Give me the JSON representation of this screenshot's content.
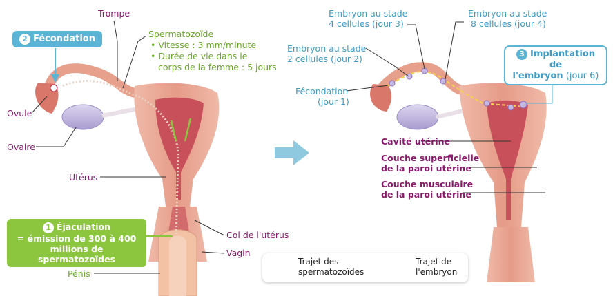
{
  "left": {
    "trompe": "Trompe",
    "fecondation": {
      "num": "2",
      "label": "Fécondation"
    },
    "spermatozoide": {
      "title": "Spermatozoïde",
      "bullet1": "• Vitesse : 3 mm/minute",
      "bullet2a": "• Durée de vie dans le",
      "bullet2b": "corps de la femme : 5 jours"
    },
    "ovule": "Ovule",
    "ovaire": "Ovaire",
    "uterus": "Utérus",
    "ejaculation": {
      "num": "1",
      "title": "Éjaculation",
      "line1": "= émission de 300 à 400",
      "line2": "millions de spermatozoïdes"
    },
    "col": "Col de l'utérus",
    "vagin": "Vagin",
    "penis": "Pénis"
  },
  "right": {
    "stade4a": "Embryon au stade",
    "stade4b": "4 cellules (jour 3)",
    "stade8a": "Embryon au stade",
    "stade8b": "8 cellules (jour 4)",
    "stade2a": "Embryon au stade",
    "stade2b": "2 cellules (jour 2)",
    "fec_a": "Fécondation",
    "fec_b": "(jour 1)",
    "implantation": {
      "num": "3",
      "line1": "Implantation de",
      "line2a": "l'embryon",
      "line2b": " (jour 6)"
    },
    "cavite": "Cavité utérine",
    "superficielle_a": "Couche superficielle",
    "superficielle_b": "de la paroi utérine",
    "musculaire_a": "Couche musculaire",
    "musculaire_b": "de la paroi utérine"
  },
  "legend": {
    "sperm_a": "Trajet des",
    "sperm_b": "spermatozoïdes",
    "embryo_a": "Trajet de",
    "embryo_b": "l'embryon"
  },
  "colors": {
    "tissue": "#e8a08e",
    "inner": "#c8505a",
    "label_purple": "#8a1a6e",
    "label_green": "#6aa82b",
    "label_blue": "#3f9cc4"
  }
}
